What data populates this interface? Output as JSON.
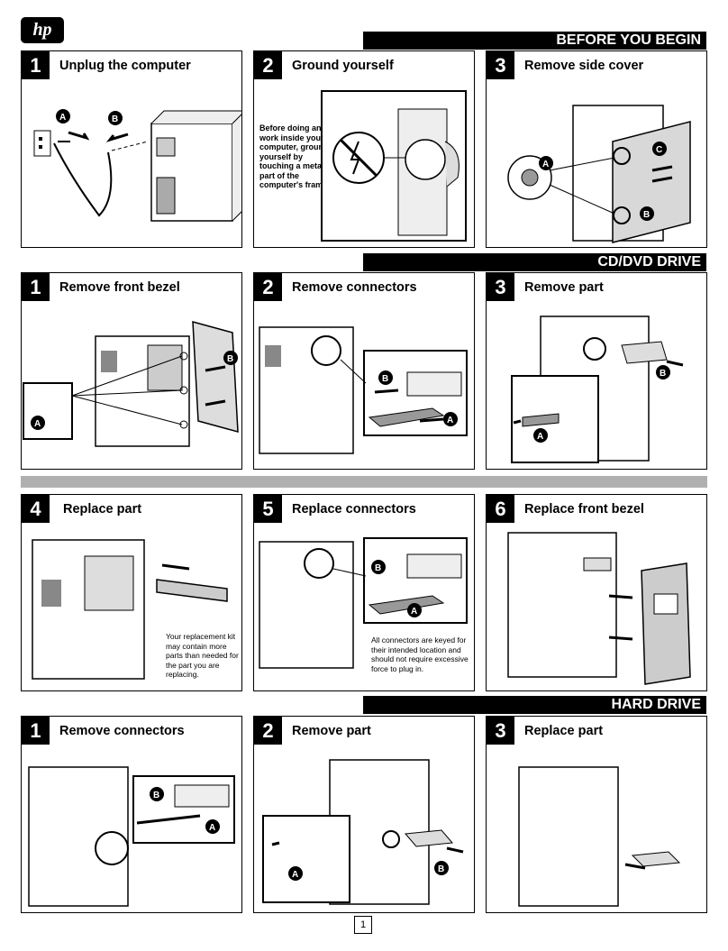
{
  "logo": "hp",
  "banners": {
    "before": "BEFORE YOU BEGIN",
    "cd": "CD/DVD DRIVE",
    "hd": "HARD DRIVE"
  },
  "before": [
    {
      "num": "1",
      "title": "Unplug the computer"
    },
    {
      "num": "2",
      "title": "Ground yourself",
      "note": "Before doing any work inside your computer, ground yourself by touching a metal part of the computer's frame."
    },
    {
      "num": "3",
      "title": "Remove side cover"
    }
  ],
  "cd": [
    {
      "num": "1",
      "title": "Remove front bezel"
    },
    {
      "num": "2",
      "title": "Remove connectors"
    },
    {
      "num": "3",
      "title": "Remove part"
    },
    {
      "num": "4",
      "title": "Replace part",
      "note": "Your replacement kit may contain more parts than needed for the part you are replacing."
    },
    {
      "num": "5",
      "title": "Replace connectors",
      "note": "All connectors are keyed for their intended location and should not require excessive force to plug in."
    },
    {
      "num": "6",
      "title": "Replace front bezel"
    }
  ],
  "hd": [
    {
      "num": "1",
      "title": "Remove connectors"
    },
    {
      "num": "2",
      "title": "Remove part"
    },
    {
      "num": "3",
      "title": "Replace part"
    }
  ],
  "callouts": {
    "a": "A",
    "b": "B",
    "c": "C"
  },
  "page_number": "1"
}
